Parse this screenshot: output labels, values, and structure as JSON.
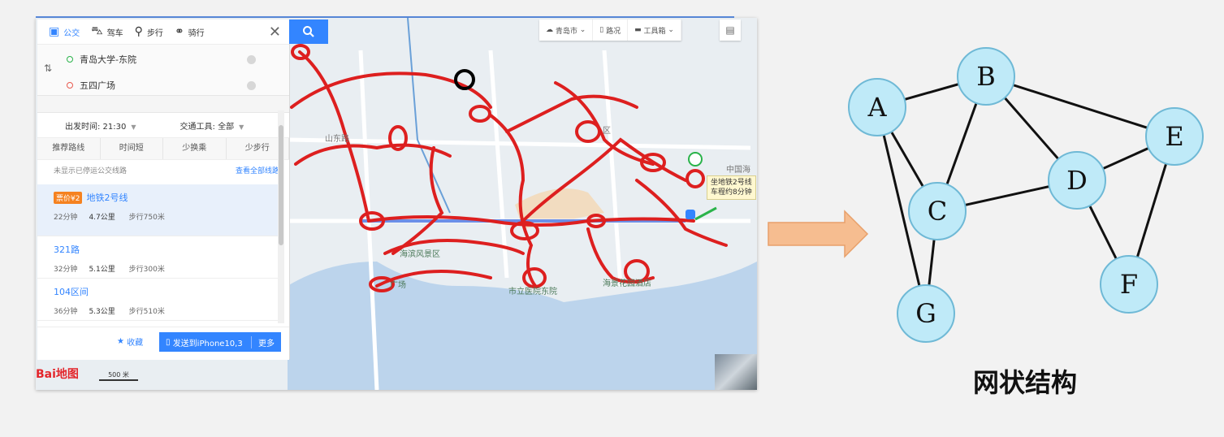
{
  "panel": {
    "modes": [
      {
        "label": "公交",
        "icon": "bus-icon",
        "active": true
      },
      {
        "label": "驾车",
        "icon": "car-icon",
        "active": false
      },
      {
        "label": "步行",
        "icon": "walk-icon",
        "active": false
      },
      {
        "label": "骑行",
        "icon": "bike-icon",
        "active": false
      }
    ],
    "start": "青岛大学-东院",
    "end": "五四广场",
    "depart_label": "出发时间: 21:30",
    "tool_label": "交通工具: 全部",
    "pref_tabs": [
      "推荐路线",
      "时间短",
      "少换乘",
      "少步行"
    ],
    "note": "未显示已停运公交线路",
    "view_all": "查看全部线路",
    "routes": [
      {
        "badge": "票价¥2",
        "name": "地铁2号线",
        "time": "22分钟",
        "dist": "4.7公里",
        "walk": "步行750米"
      },
      {
        "badge": "",
        "name": "321路",
        "time": "32分钟",
        "dist": "5.1公里",
        "walk": "步行300米"
      },
      {
        "badge": "",
        "name": "104区间",
        "time": "36分钟",
        "dist": "5.3公里",
        "walk": "步行510米"
      }
    ],
    "fav_label": "收藏",
    "send_label": "发送到iPhone10,3",
    "more_label": "更多"
  },
  "map": {
    "toolbar": {
      "city": "青岛市",
      "traffic": "路况",
      "tools": "工具箱"
    },
    "labels": {
      "shandong_rd": "山东路",
      "haibin": "海滨风景区",
      "square": "广场",
      "hospital": "市立医院东院",
      "hotel": "海景花园酒店",
      "china_sea": "中国海",
      "district": "区"
    },
    "tooltip_l1": "坐地铁2号线",
    "tooltip_l2": "车程约8分钟",
    "logo": "Bai地图",
    "scale": "500 米"
  },
  "graph": {
    "nodes": [
      "A",
      "B",
      "C",
      "D",
      "E",
      "F",
      "G"
    ],
    "edges": [
      [
        "A",
        "B"
      ],
      [
        "A",
        "C"
      ],
      [
        "A",
        "G"
      ],
      [
        "B",
        "C"
      ],
      [
        "B",
        "D"
      ],
      [
        "B",
        "E"
      ],
      [
        "C",
        "D"
      ],
      [
        "C",
        "G"
      ],
      [
        "D",
        "E"
      ],
      [
        "D",
        "F"
      ],
      [
        "E",
        "F"
      ]
    ],
    "caption": "网状结构"
  },
  "colors": {
    "accent": "#3385ff",
    "node_fill": "#bfeaf8",
    "arrow": "#f4b183",
    "ink": "#dd1f1f"
  }
}
